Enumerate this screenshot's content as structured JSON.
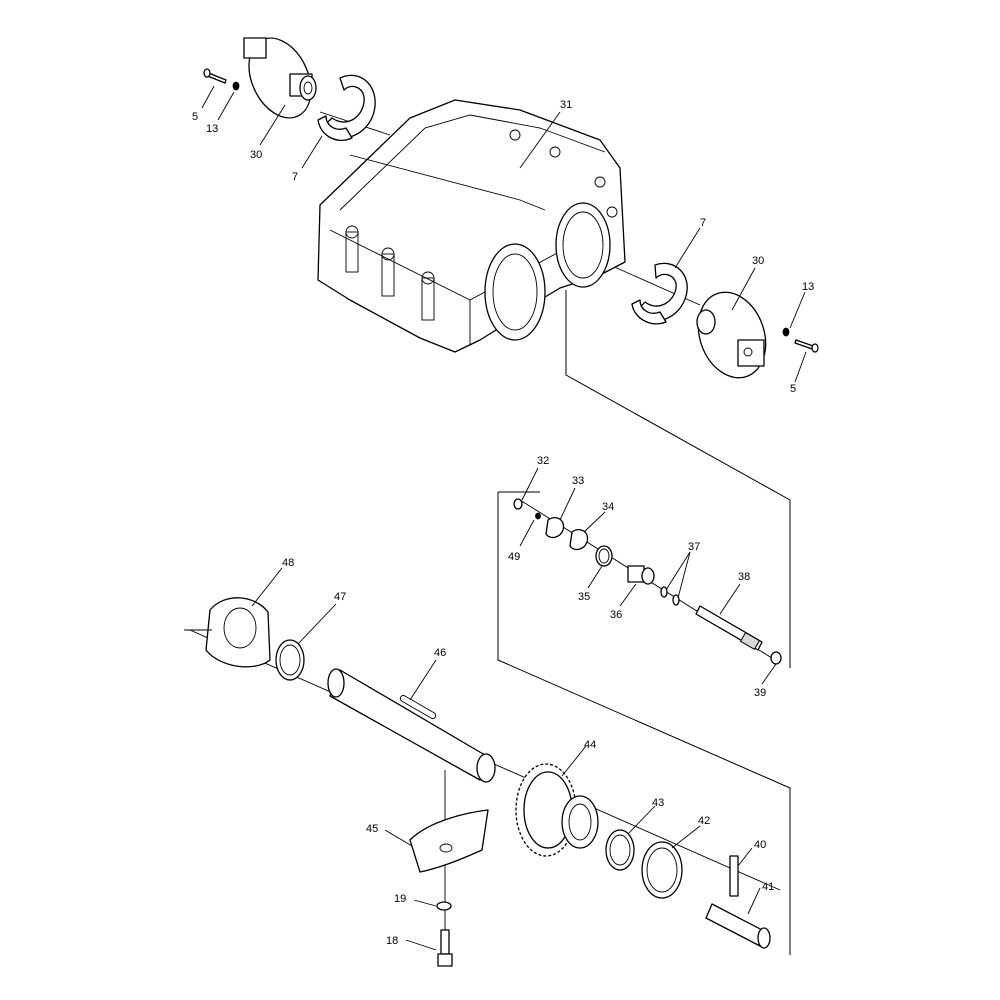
{
  "callouts": [
    "5",
    "13",
    "30",
    "7",
    "31",
    "7",
    "30",
    "13",
    "5",
    "32",
    "33",
    "34",
    "49",
    "35",
    "36",
    "37",
    "38",
    "39",
    "48",
    "47",
    "46",
    "44",
    "43",
    "42",
    "45",
    "40",
    "41",
    "19",
    "18"
  ]
}
